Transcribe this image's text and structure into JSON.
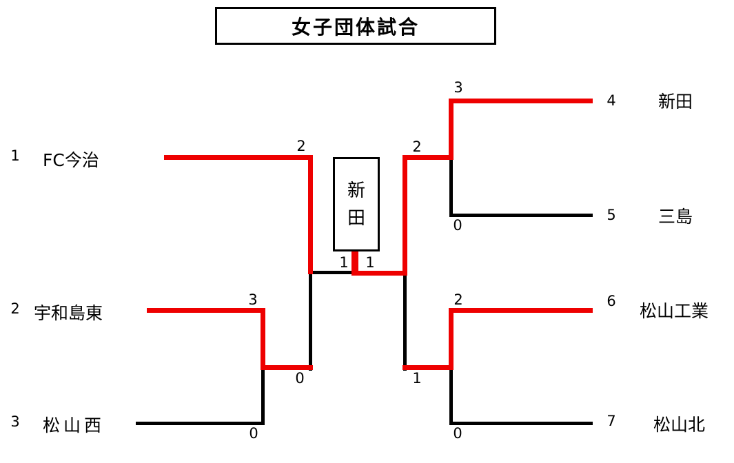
{
  "title": "女子団体試合",
  "winner_box": {
    "char1": "新",
    "char2": "田",
    "name": "新田"
  },
  "left": {
    "teams": [
      {
        "seed": "1",
        "name": "FC今治"
      },
      {
        "seed": "2",
        "name": "宇和島東"
      },
      {
        "seed": "3",
        "name": "松山西"
      }
    ]
  },
  "right": {
    "teams": [
      {
        "seed": "4",
        "name": "新田"
      },
      {
        "seed": "5",
        "name": "三島"
      },
      {
        "seed": "6",
        "name": "松山工業"
      },
      {
        "seed": "7",
        "name": "松山北"
      }
    ]
  },
  "scores": {
    "left_semifinal_top": "2",
    "left_semifinal_bottom": "0",
    "left_round1_top": "3",
    "left_round1_bottom": "0",
    "right_round1_top_winner": "3",
    "right_round1_top_loser": "0",
    "right_semifinal_top": "2",
    "right_semifinal_bottom": "1",
    "right_round1_bottom_winner": "2",
    "right_round1_bottom_loser": "0",
    "final_left": "1",
    "final_right": "1"
  },
  "colors": {
    "winner_path": "#ee0000",
    "line": "#000000"
  }
}
